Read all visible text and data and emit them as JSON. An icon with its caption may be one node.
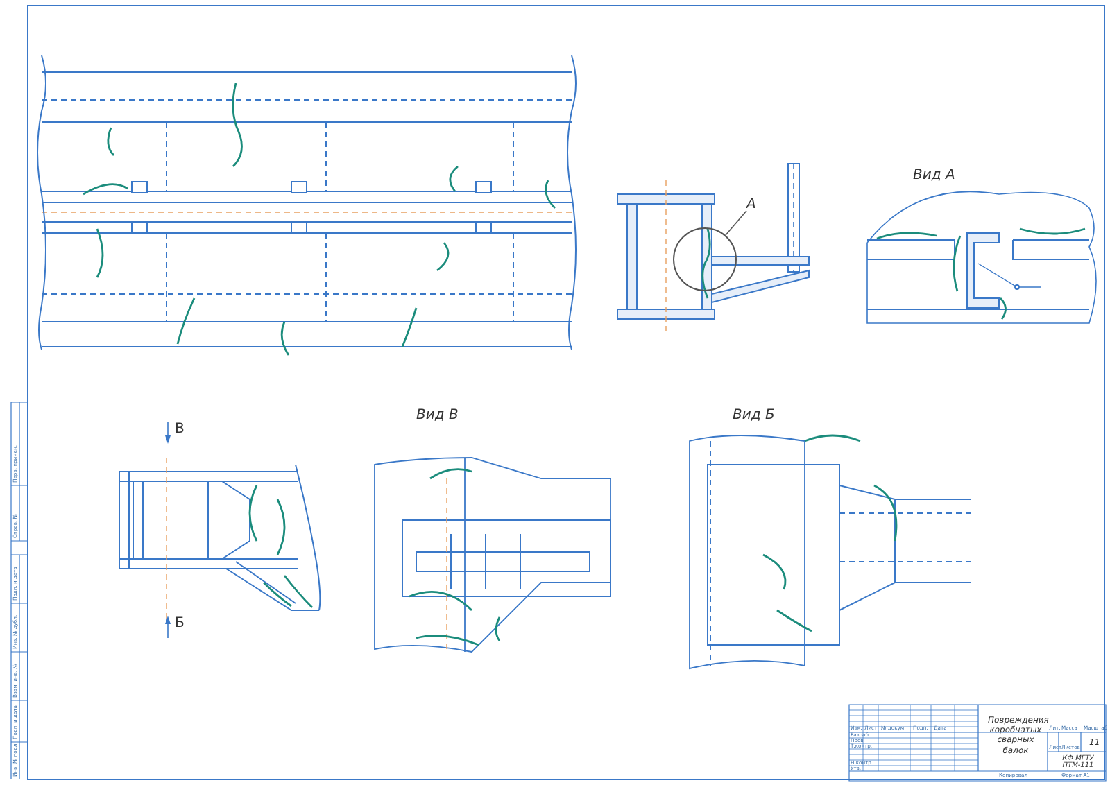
{
  "diagram": {
    "nodes": [
      {
        "text": [
          "А"
        ]
      },
      {
        "text": [],
        "shape": "circle"
      }
    ],
    "edges": [
      {
        "from": 0,
        "to": 1,
        "arrow": "none"
      }
    ],
    "labels": [
      "Вид А",
      "В",
      "Вид В",
      "Вид Б",
      "Б",
      "Изм.",
      "Лист",
      "№ докум.",
      "Подп.",
      "Дата",
      "Разраб.",
      "Пров.",
      "Т.контр.",
      "Н.контр.",
      "Утв.",
      "Повреждения коробчатых сварных балок",
      "Лит.",
      "Масса",
      "Масштаб",
      "11",
      "Лист",
      "Листов",
      "КФ МГТУ ПТМ-111",
      "Копировал",
      "Формат А1",
      "Перв. примен.",
      "Справ. №",
      "Подп. и дата",
      "Инв. № дубл.",
      "Взам. инв. №",
      "Подп. и дата",
      "Инв. № подл."
    ]
  }
}
